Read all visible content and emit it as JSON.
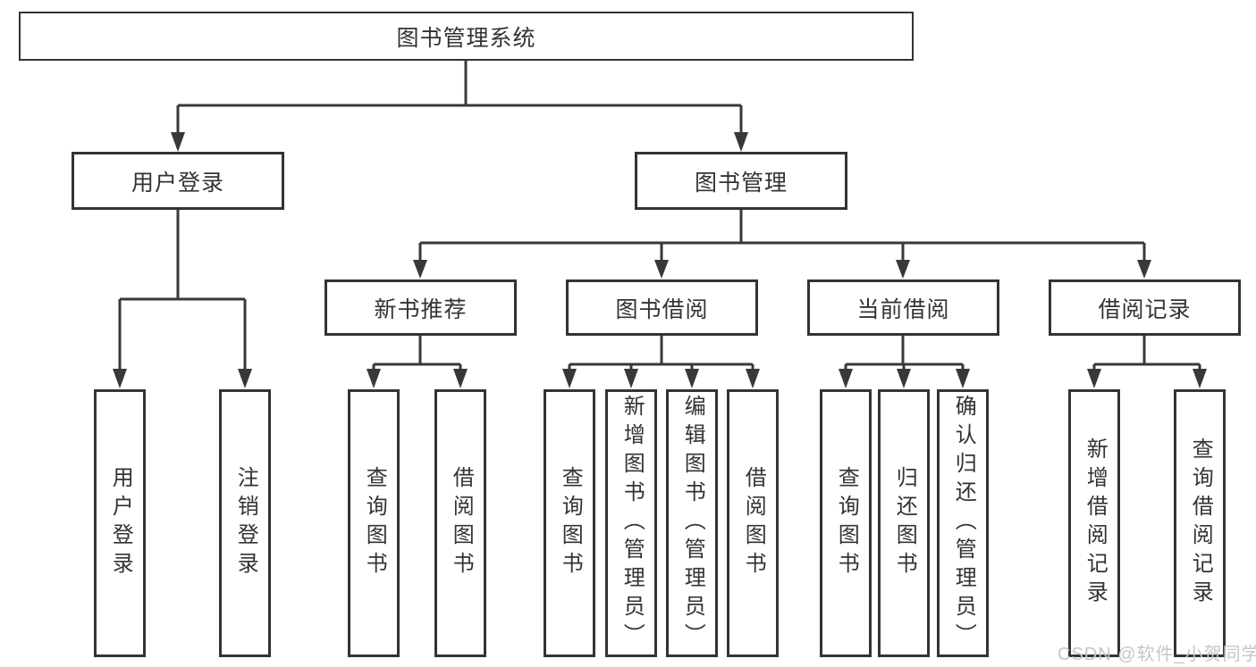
{
  "tree": {
    "root": {
      "label": "图书管理系统"
    },
    "level2": [
      {
        "label": "用户登录",
        "children": [
          {
            "label": "用户登录"
          },
          {
            "label": "注销登录"
          }
        ]
      },
      {
        "label": "图书管理",
        "children": [
          {
            "label": "新书推荐",
            "children": [
              {
                "label": "查询图书"
              },
              {
                "label": "借阅图书"
              }
            ]
          },
          {
            "label": "图书借阅",
            "children": [
              {
                "label": "查询图书"
              },
              {
                "label": "新增图书（管理员）"
              },
              {
                "label": "编辑图书（管理员）"
              },
              {
                "label": "借阅图书"
              }
            ]
          },
          {
            "label": "当前借阅",
            "children": [
              {
                "label": "查询图书"
              },
              {
                "label": "归还图书"
              },
              {
                "label": "确认归还（管理员）"
              }
            ]
          },
          {
            "label": "借阅记录",
            "children": [
              {
                "label": "新增借阅记录"
              },
              {
                "label": "查询借阅记录"
              }
            ]
          }
        ]
      }
    ]
  },
  "watermark": {
    "text": "CSDN @软件_小贺同学"
  },
  "colors": {
    "line": "#383838",
    "border": "#333333",
    "text": "#333333",
    "background": "#ffffff",
    "watermark": "#c6c6c6"
  }
}
